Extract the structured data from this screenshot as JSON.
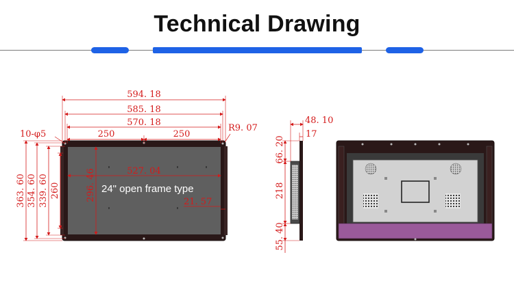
{
  "header": {
    "title": "Technical Drawing",
    "accent_color": "#1e62e6"
  },
  "front_view": {
    "caption": "24\" open frame type",
    "dims": {
      "overall_width": "594. 18",
      "frame_width": "585. 18",
      "hole_span": "570. 18",
      "hole_pitch_left": "250",
      "hole_pitch_right": "250",
      "corner_radius": "R9. 07",
      "holes": "10-φ5",
      "screen_width": "527. 04",
      "screen_height": "296. 46",
      "bezel": "21. 57",
      "overall_height": "363. 60",
      "frame_height": "354. 60",
      "hole_height": "339. 60",
      "hole_pitch_vertical": "260"
    }
  },
  "side_view": {
    "dims": {
      "depth": "48. 10",
      "flange": "17",
      "top_offset": "66. 20",
      "module_height": "218",
      "bottom_offset": "55. 40"
    }
  },
  "colors": {
    "dimension": "#d41a1a",
    "screen": "#5f5f5f",
    "frame": "#2a1818",
    "bottom_bar": "#9a5a9a"
  }
}
